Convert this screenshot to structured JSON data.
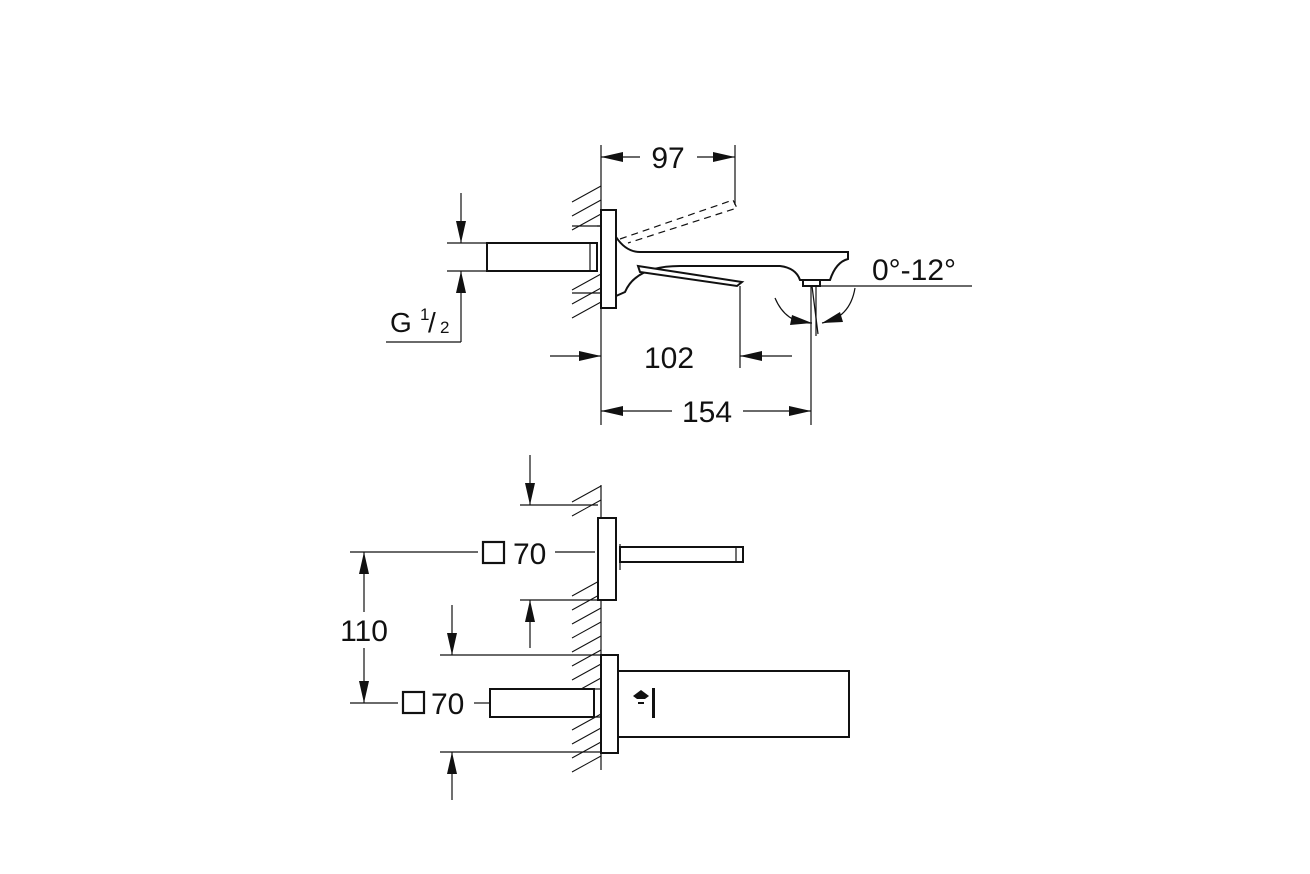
{
  "dimensions": {
    "spout_projection_top": "97",
    "body_depth": "102",
    "total_projection": "154",
    "swivel_angle": "0°-12°",
    "thread_prefix": "G",
    "thread_numerator": "1",
    "thread_slash": "/",
    "thread_denominator": "2",
    "rosette_size_upper": "70",
    "rosette_size_lower": "70",
    "center_distance": "110"
  },
  "colors": {
    "line": "#111111",
    "background": "#ffffff"
  },
  "icons": {
    "square_symbol": "square-outline-icon",
    "brand_logo": "brand-logo-icon"
  }
}
